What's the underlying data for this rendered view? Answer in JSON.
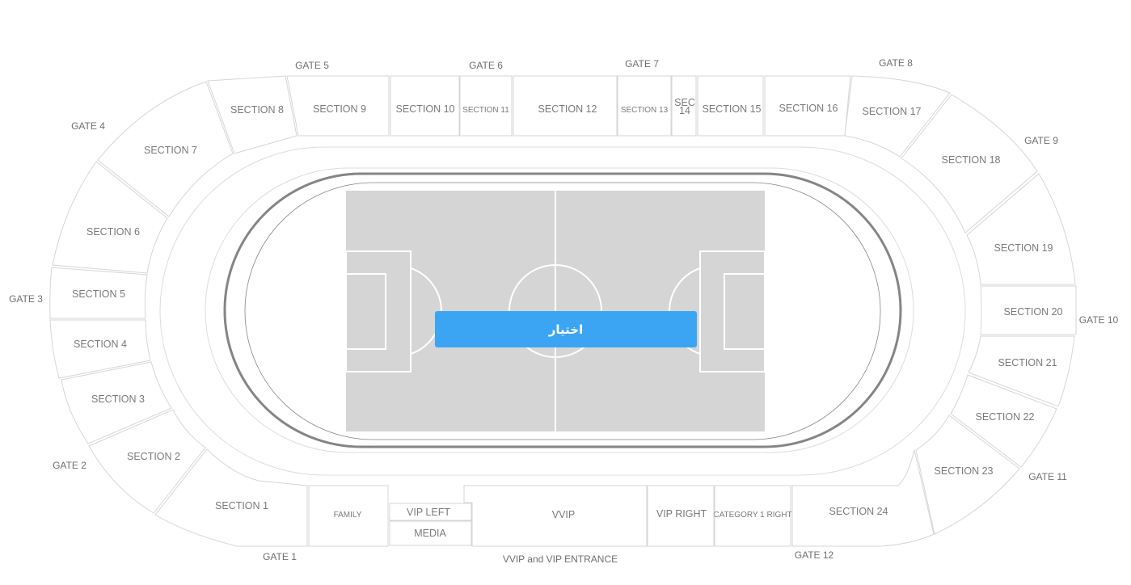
{
  "sections": {
    "s1": "SECTION 1",
    "s2": "SECTION 2",
    "s3": "SECTION 3",
    "s4": "SECTION 4",
    "s5": "SECTION 5",
    "s6": "SECTION 6",
    "s7": "SECTION 7",
    "s8": "SECTION 8",
    "s9": "SECTION 9",
    "s10": "SECTION 10",
    "s11": "SECTION 11",
    "s12": "SECTION 12",
    "s13": "SECTION 13",
    "s14a": "SEC",
    "s14b": "14",
    "s15": "SECTION 15",
    "s16": "SECTION 16",
    "s17": "SECTION 17",
    "s18": "SECTION 18",
    "s19": "SECTION 19",
    "s20": "SECTION 20",
    "s21": "SECTION 21",
    "s22": "SECTION 22",
    "s23": "SECTION 23",
    "s24": "SECTION 24",
    "family": "FAMILY",
    "vip_left": "VIP LEFT",
    "media": "MEDIA",
    "vvip": "VVIP",
    "vip_right": "VIP RIGHT",
    "cat1_right": "CATEGORY 1 RIGHT"
  },
  "gates": {
    "g1": "GATE 1",
    "g2": "GATE 2",
    "g3": "GATE 3",
    "g4": "GATE 4",
    "g5": "GATE 5",
    "g6": "GATE 6",
    "g7": "GATE 7",
    "g8": "GATE 8",
    "g9": "GATE 9",
    "g10": "GATE 10",
    "g11": "GATE 11",
    "g12": "GATE 12",
    "vvip_entrance": "VVIP and VIP ENTRANCE"
  },
  "select_button": {
    "label": "اختيار",
    "color": "#3ba5f3"
  },
  "colors": {
    "pitch": "#d5d5d6",
    "track": "#858585",
    "section_border": "#d6d6d6"
  }
}
